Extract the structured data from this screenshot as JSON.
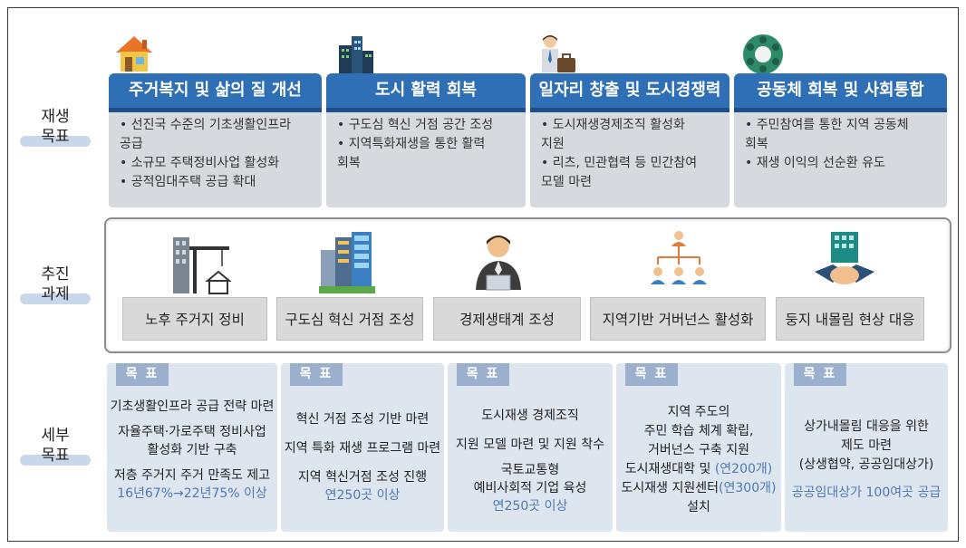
{
  "row_labels": {
    "goal": [
      "재생",
      "목표"
    ],
    "tasks": [
      "추진",
      "과제"
    ],
    "detail": [
      "세부",
      "목표"
    ]
  },
  "goals": [
    {
      "title": "주거복지 및 삶의 질 개선",
      "icon": "house-icon",
      "lines": [
        "• 선진국 수준의 기초생활인프라",
        "   공급",
        "• 소규모 주택정비사업 활성화",
        "• 공적임대주택 공급 확대"
      ]
    },
    {
      "title": "도시 활력 회복",
      "icon": "city-buildings-icon",
      "lines": [
        "• 구도심 혁신 거점 공간 조성",
        "• 지역특화재생을 통한 활력",
        "   회복"
      ]
    },
    {
      "title": "일자리 창출 및 도시경쟁력",
      "icon": "businessman-icon",
      "lines": [
        "• 도시재생경제조직 활성화",
        "   지원",
        "• 리츠, 민관협력 등 민간참여",
        "   모델 마련"
      ]
    },
    {
      "title": "공동체 회복 및 사회통합",
      "icon": "community-circle-icon",
      "lines": [
        "• 주민참여를 통한 지역 공동체",
        "   회복",
        "• 재생 이익의 선순환 유도"
      ]
    }
  ],
  "tasks": [
    {
      "label": "노후 주거지 정비",
      "icon": "crane-building-icon"
    },
    {
      "label": "구도심 혁신 거점 조성",
      "icon": "skyscraper-icon"
    },
    {
      "label": "경제생태계 조성",
      "icon": "person-laptop-icon"
    },
    {
      "label": "지역기반 거버넌스 활성화",
      "icon": "network-people-icon"
    },
    {
      "label": "둥지 내몰림 현상 대응",
      "icon": "handshake-icon"
    }
  ],
  "details": [
    {
      "tag": "목 표",
      "lines": [
        {
          "text": "기초생활인프라 공급 전략 마련",
          "hl": false
        },
        {
          "text": "",
          "hl": false
        },
        {
          "text": "자율주택·가로주택 정비사업",
          "hl": false
        },
        {
          "text": "활성화 기반 구축",
          "hl": false
        },
        {
          "text": "",
          "hl": false
        },
        {
          "text": "저층 주거지 주거 만족도 제고",
          "hl": false
        },
        {
          "text": "16년67%→22년75% 이상",
          "hl": true
        }
      ]
    },
    {
      "tag": "목 표",
      "lines": [
        {
          "text": "",
          "hl": false
        },
        {
          "text": "혁신 거점 조성 기반 마련",
          "hl": false
        },
        {
          "text": "",
          "hl": false
        },
        {
          "text": "지역 특화 재생 프로그램 마련",
          "hl": false
        },
        {
          "text": "",
          "hl": false
        },
        {
          "text": "지역 혁신거점 조성 진행",
          "hl": false
        },
        {
          "text": "연250곳 이상",
          "hl": true
        }
      ]
    },
    {
      "tag": "목 표",
      "lines": [
        {
          "text": "도시재생 경제조직",
          "hl": false
        },
        {
          "text": "",
          "hl": false
        },
        {
          "text": "지원 모델 마련 및 지원 착수",
          "hl": false
        },
        {
          "text": "",
          "hl": false
        },
        {
          "text": "국토교통형",
          "hl": false
        },
        {
          "text": "예비사회적 기업 육성",
          "hl": false
        },
        {
          "text": "연250곳 이상",
          "hl": true
        }
      ]
    },
    {
      "tag": "목 표",
      "lines": [
        {
          "text": "지역 주도의",
          "hl": false
        },
        {
          "text": "주민 학습 체계 확립,",
          "hl": false
        },
        {
          "text": "거버넌스 구축 지원",
          "hl": false
        },
        {
          "text": "도시재생대학 및 ",
          "hl": false,
          "suffix": "(연200개)"
        },
        {
          "text": "도시재생 지원센터",
          "hl": false,
          "suffix": "(연300개)"
        },
        {
          "text": "설치",
          "hl": false
        }
      ]
    },
    {
      "tag": "목 표",
      "lines": [
        {
          "text": "",
          "hl": false
        },
        {
          "text": "상가내몰림 대응을 위한",
          "hl": false
        },
        {
          "text": "제도 마련",
          "hl": false
        },
        {
          "text": "(상생협약, 공공임대상가)",
          "hl": false
        },
        {
          "text": "",
          "hl": false
        },
        {
          "text": "공공임대상가 100여곳 공급",
          "hl": true
        }
      ]
    }
  ],
  "colors": {
    "goal_header": "#2f6fb5",
    "goal_body": "#d6d9de",
    "task_button": "#d9d9d9",
    "detail_bg": "#dde5ef",
    "detail_tag": "#9ab0cc",
    "highlight": "#4e79b5",
    "label_bar": "#c9d7ea"
  }
}
